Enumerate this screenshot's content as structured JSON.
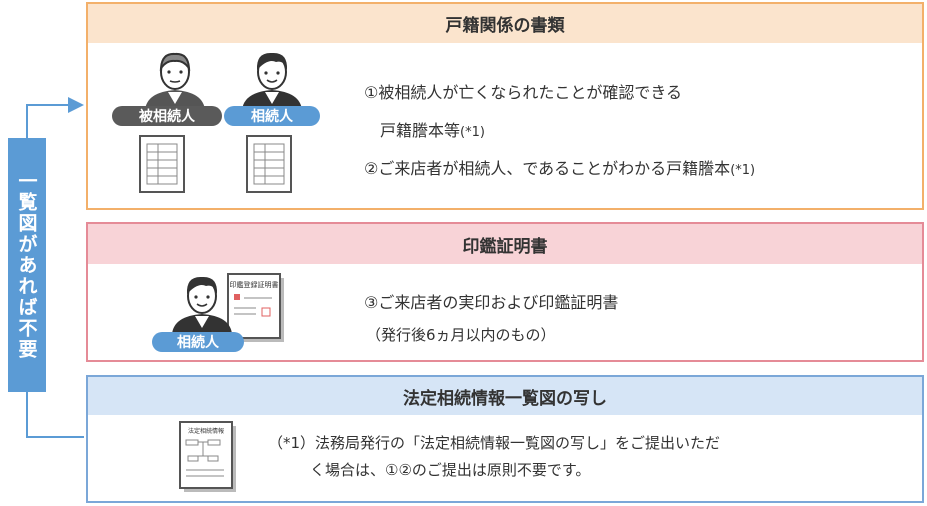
{
  "side_label": "一覧図があれば不要",
  "section1": {
    "title": "戸籍関係の書類",
    "person1_label": "被相続人",
    "person2_label": "相続人",
    "line1": "①被相続人が亡くなられたことが確認できる",
    "line2": "戸籍謄本等",
    "line2_note": "(*1)",
    "line3": "②ご来店者が相続人、であることがわかる戸籍謄本",
    "line3_note": "(*1)"
  },
  "section2": {
    "title": "印鑑証明書",
    "person_label": "相続人",
    "doc_title": "印鑑登録証明書",
    "line1": "③ご来店者の実印および印鑑証明書",
    "line2": "（発行後6ヵ月以内のもの）"
  },
  "section3": {
    "title": "法定相続情報一覧図の写し",
    "doc_title": "法定相続情報",
    "line1": "（*1）法務局発行の「法定相続情報一覧図の写し」をご提出いただ",
    "line2": "く場合は、①②のご提出は原則不要です。"
  },
  "colors": {
    "orange": "#f3b06a",
    "pink": "#e58b97",
    "blue": "#5b9bd5"
  }
}
